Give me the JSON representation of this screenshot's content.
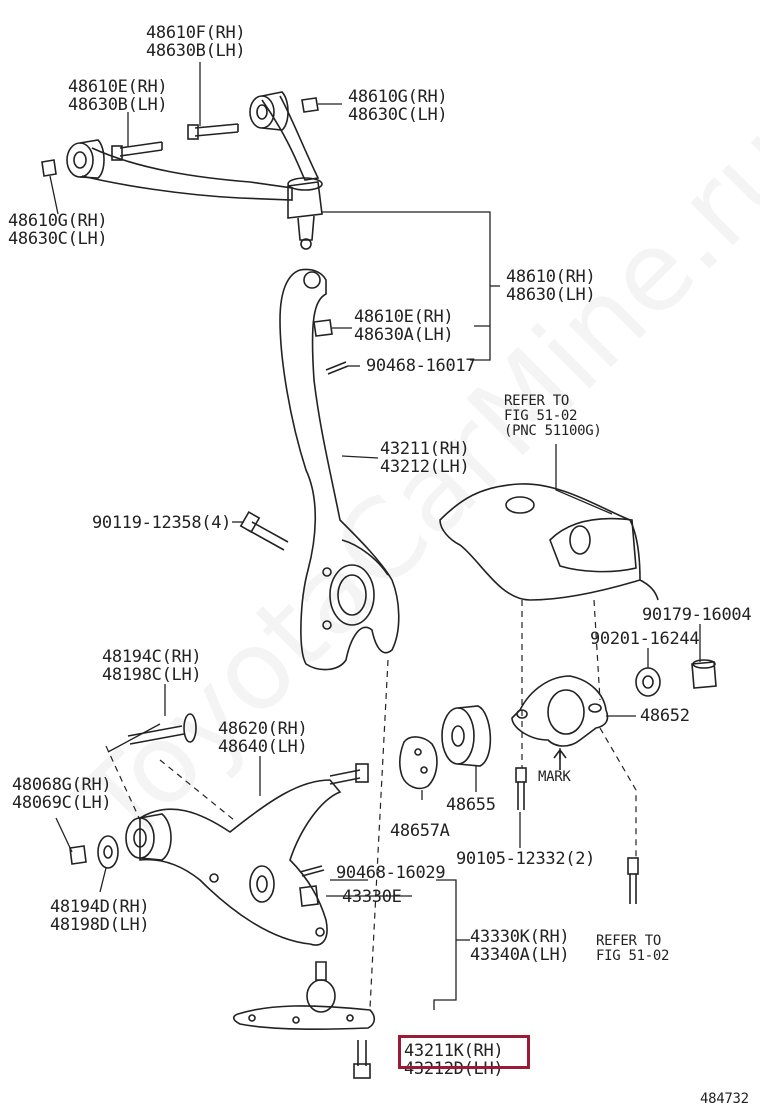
{
  "watermark": "ToyotaCarMine.ru",
  "diagram_id": "484732",
  "mark_text": "MARK",
  "highlight_color": "#9b1b36",
  "refer_top": [
    "REFER TO",
    "FIG 51-02",
    "(PNC 51100G)"
  ],
  "refer_bottom": [
    "REFER TO",
    "FIG 51-02"
  ],
  "parts": {
    "p48610F": [
      "48610F(RH)",
      "48630B(LH)"
    ],
    "p48610E_top": [
      "48610E(RH)",
      "48630B(LH)"
    ],
    "p48610G_top": [
      "48610G(RH)",
      "48630C(LH)"
    ],
    "p48610G_left": [
      "48610G(RH)",
      "48630C(LH)"
    ],
    "p48610": [
      "48610(RH)",
      "48630(LH)"
    ],
    "p48610E_mid": [
      "48610E(RH)",
      "48630A(LH)"
    ],
    "p90468_16017": "90468-16017",
    "p43211": [
      "43211(RH)",
      "43212(LH)"
    ],
    "p90119": "90119-12358(4)",
    "p90179": "90179-16004",
    "p90201": "90201-16244",
    "p48652": "48652",
    "p48194C": [
      "48194C(RH)",
      "48198C(LH)"
    ],
    "p48620": [
      "48620(RH)",
      "48640(LH)"
    ],
    "p48068G": [
      "48068G(RH)",
      "48069C(LH)"
    ],
    "p48655": "48655",
    "p48657A": "48657A",
    "p90105": "90105-12332(2)",
    "p90468_16029": "90468-16029",
    "p43330E": "43330E",
    "p48194D": [
      "48194D(RH)",
      "48198D(LH)"
    ],
    "p43330K": [
      "43330K(RH)",
      "43340A(LH)"
    ],
    "p43211K": [
      "43211K(RH)",
      "43212D(LH)"
    ]
  }
}
